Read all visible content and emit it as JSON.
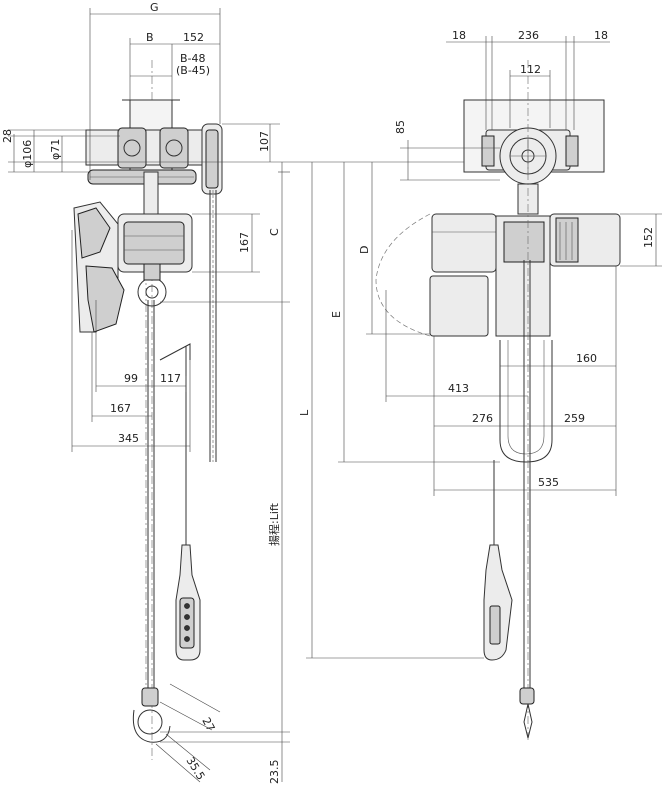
{
  "labels": {
    "G": "G",
    "B": "B",
    "d152_top": "152",
    "B48": "B-48",
    "B45": "(B-45)",
    "d28": "28",
    "phi106": "φ106",
    "phi71": "φ71",
    "d107": "107",
    "d167_side": "167",
    "C": "C",
    "d99": "99",
    "d117": "117",
    "d167_bottom": "167",
    "d345": "345",
    "lift": "揚程:Lift",
    "d27": "27",
    "d35_5": "35.5",
    "d23_5": "23.5",
    "d18_left": "18",
    "d236": "236",
    "d18_right": "18",
    "d112": "112",
    "d85": "85",
    "D": "D",
    "E": "E",
    "L": "L",
    "d152_right": "152",
    "d160": "160",
    "d413": "413",
    "d276": "276",
    "d259": "259",
    "d535": "535"
  }
}
